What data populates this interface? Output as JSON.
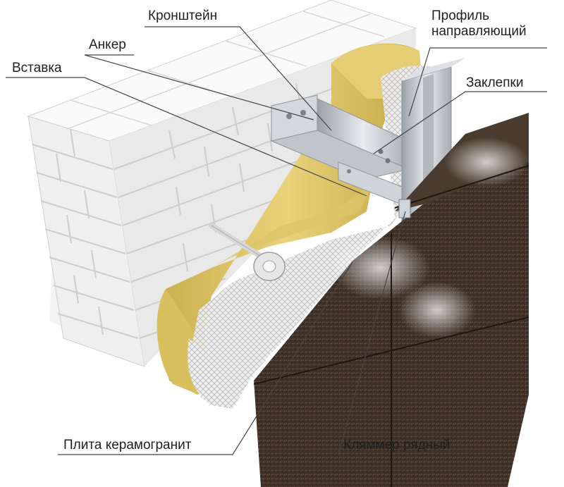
{
  "labels": {
    "kronshtein": "Кронштейн",
    "profil_line1": "Профиль",
    "profil_line2": "направляющий",
    "anker": "Анкер",
    "vstavka": "Вставка",
    "zaklepki": "Заклепки",
    "plita": "Плита керамогранит",
    "klyammer": "Кляммер рядный"
  },
  "colors": {
    "brick_face": "#f4f4f4",
    "mortar": "#c9c9c9",
    "insulation": "#e4cd6c",
    "mesh": "#e9e9e9",
    "metal": "#c8cdd2",
    "granite": "#3d3026",
    "leader_line": "#444444"
  }
}
